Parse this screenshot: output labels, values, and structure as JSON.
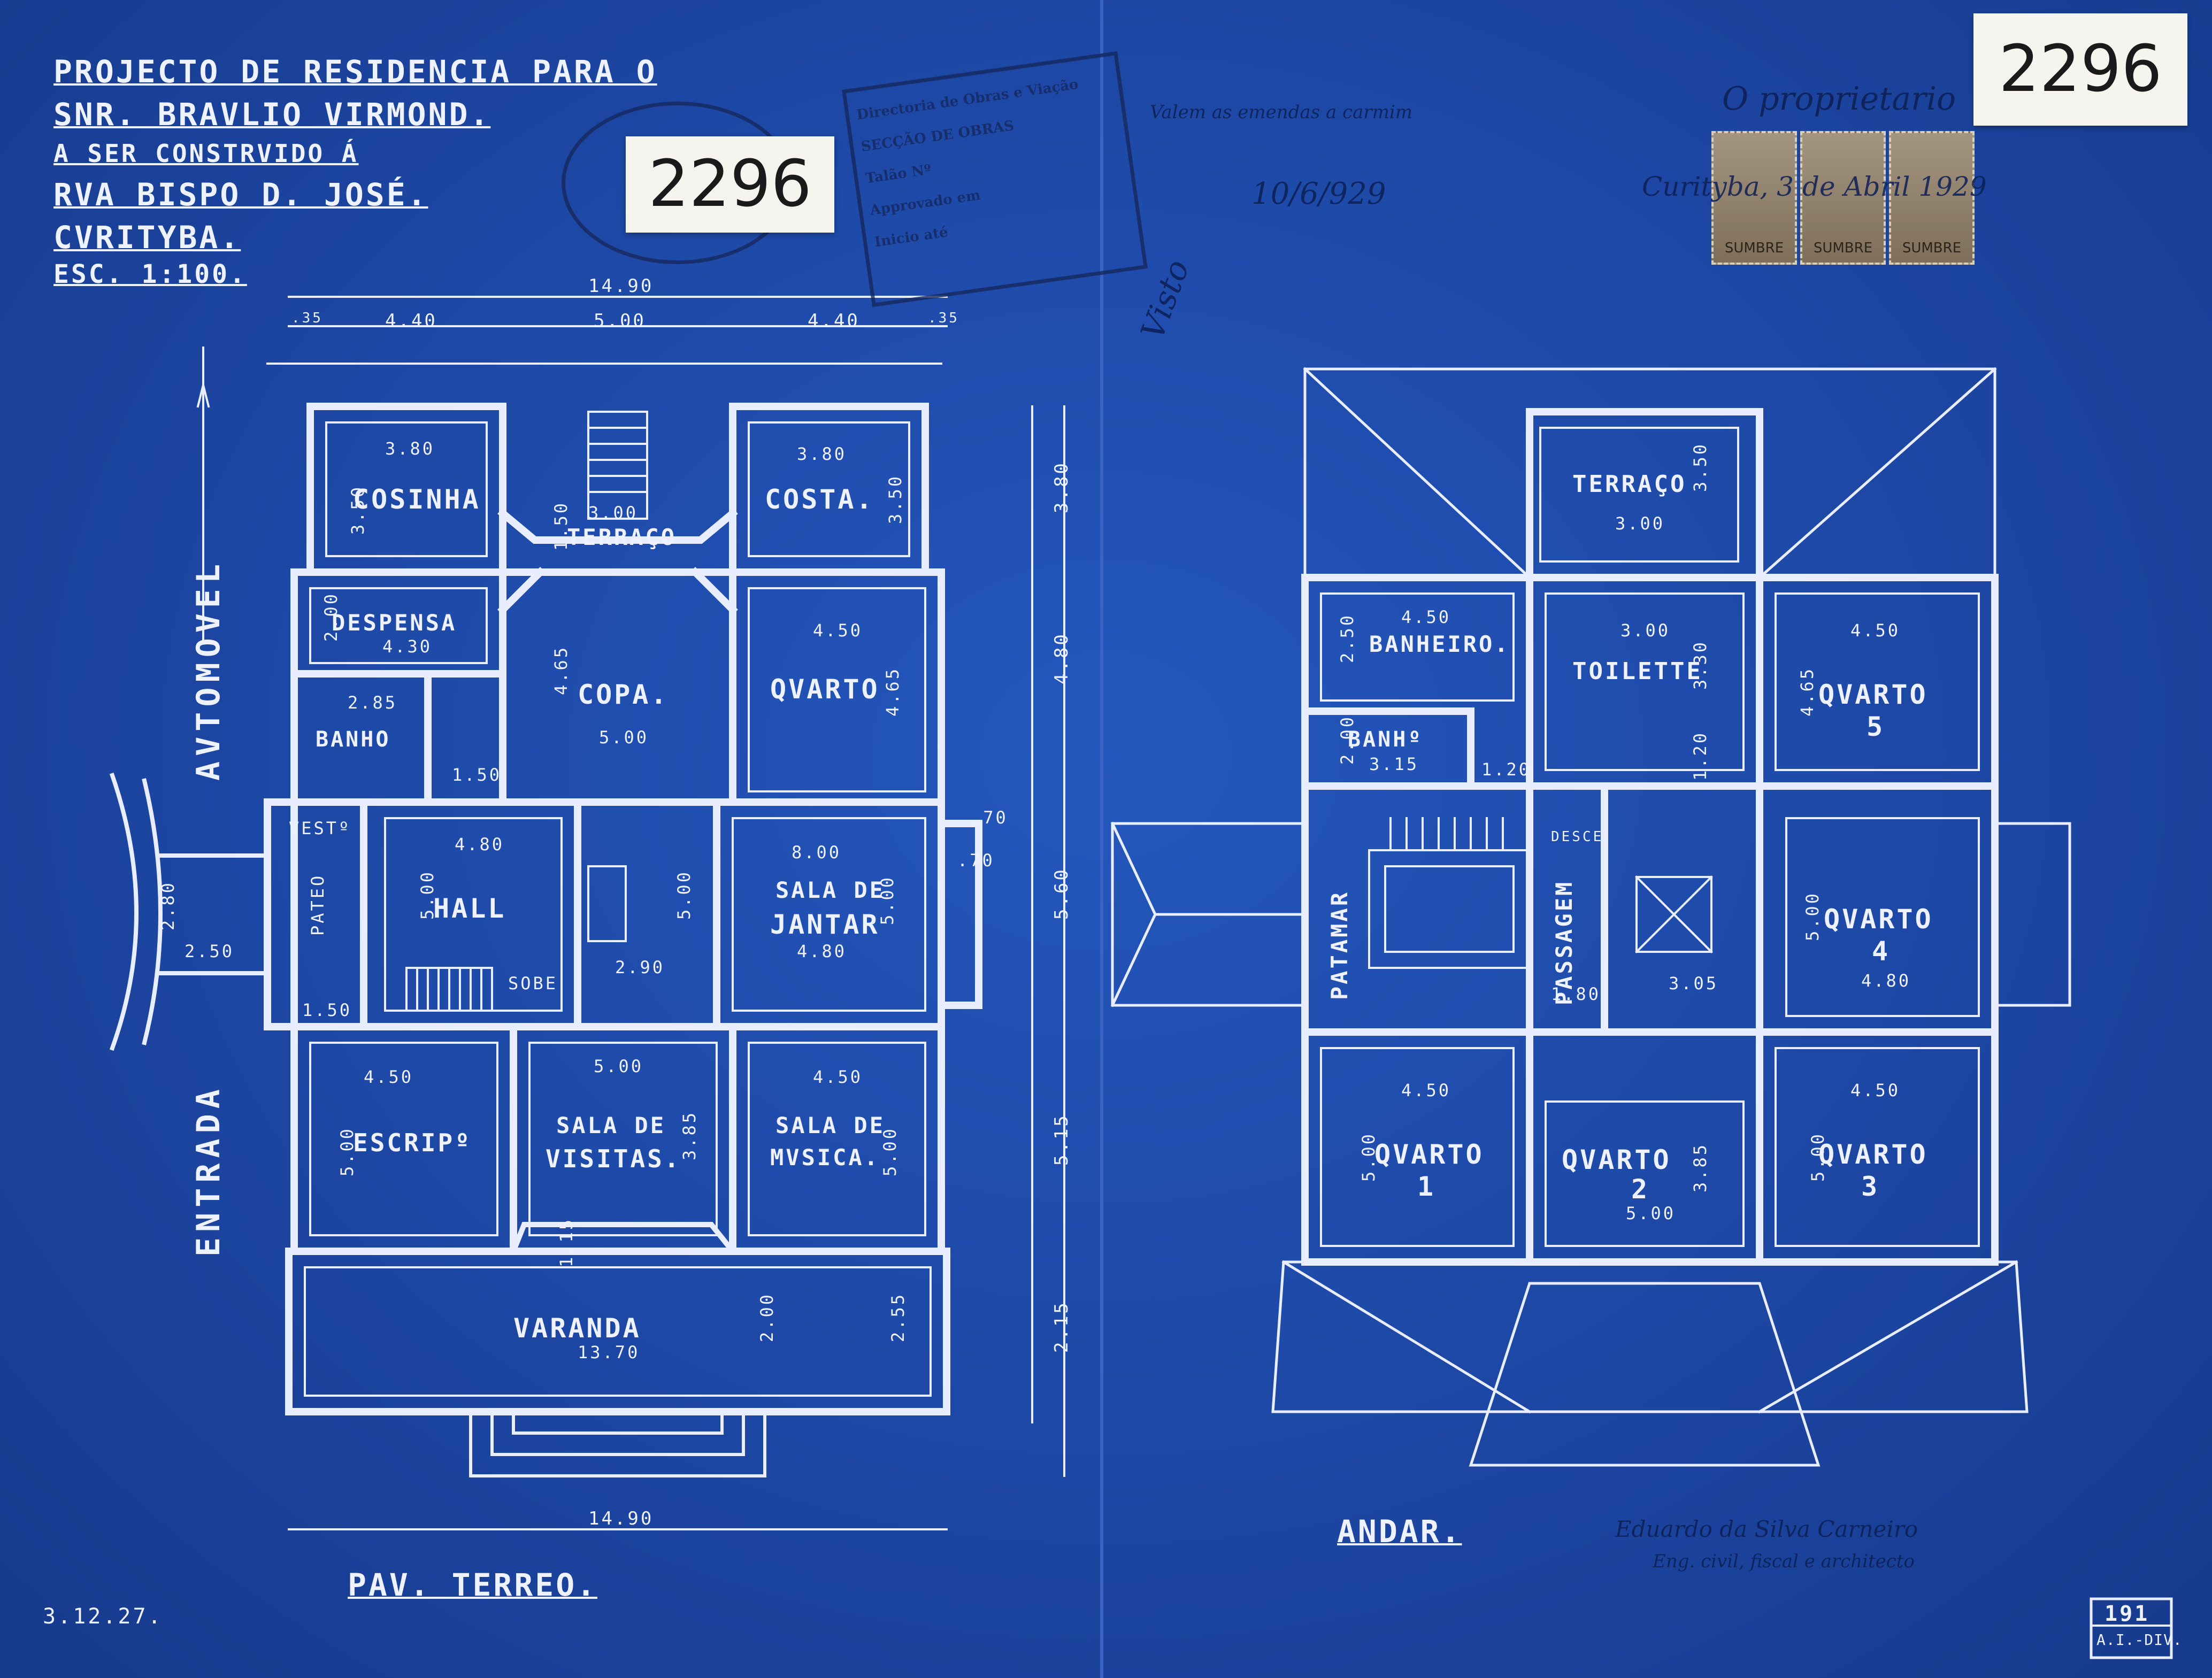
{
  "title_block": {
    "line1": "PROJECTO DE RESIDENCIA PARA O",
    "line2": "SNR. BRAVLIO VIRMOND.",
    "line3": "A SER CONSTRVIDO Á",
    "line4": "RVA BISPO D. JOSÉ.",
    "line5": "CVRITYBA.",
    "line6": "ESC. 1:100."
  },
  "file_numbers": [
    "2296",
    "2296"
  ],
  "approval_stamp": {
    "line1": "Directoria de Obras e Viação",
    "line2": "SECÇÃO DE OBRAS",
    "line3": "Talão Nº",
    "line4": "Approvado em",
    "line5": "Inicio até"
  },
  "revenue_stamps": [
    "SUMBRE",
    "SUMBRE",
    "SUMBRE"
  ],
  "handwritten": {
    "approval_note": "Valem as emendas a carmim",
    "approval_date": "10/6/929",
    "owner_note": "O proprietario",
    "owner_date": "Curityba, 3 de Abril 1929",
    "visto": "Visto",
    "architect_note": "Eduardo da Silva Carneiro",
    "architect_role": "Eng. civil, fiscal e architecto"
  },
  "ground_floor": {
    "caption": "PAV. TERREO.",
    "rooms": {
      "cosinha": "COSINHA",
      "costura": "COSTA.",
      "terraco": "TERRAÇO",
      "despensa": "DESPENSA",
      "copa": "COPA.",
      "quarto": "QVARTO",
      "banho": "BANHO",
      "vest": "VESTº",
      "hall": "HALL",
      "pateo": "PATEO",
      "sala_jantar_1": "SALA DE",
      "sala_jantar_2": "JANTAR",
      "escriptorio": "ESCRIPº",
      "sala_visitas_1": "SALA DE",
      "sala_visitas_2": "VISITAS.",
      "sala_musica_1": "SALA DE",
      "sala_musica_2": "MVSICA.",
      "varanda": "VARANDA",
      "sobe": "SOBE"
    },
    "dims": {
      "total_width_top": "14.90",
      "total_width_bottom": "14.90",
      "seg_35a": ".35",
      "seg_440a": "4.40",
      "seg_500": "5.00",
      "seg_440b": "4.40",
      "seg_35b": ".35",
      "cosinha_w": "3.80",
      "cosinha_h": "3.50",
      "costura_w": "3.80",
      "costura_h": "3.50",
      "terraco_w": "3.00",
      "terraco_h": "1.50",
      "despensa_w": "4.30",
      "despensa_h": "2.00",
      "copa_h": "4.65",
      "copa_w": "5.00",
      "quarto_w": "4.50",
      "quarto_h": "4.65",
      "banho_h": "2.85",
      "closet": "1.50",
      "hall_w": "4.80",
      "hall_h": "5.00",
      "lav_w": "2.90",
      "lav_h": "5.00",
      "jantar_w": "8.00",
      "jantar_h": "5.00",
      "jantar_w2": "4.80",
      "vest_dim": "2.80",
      "entrada_w": "2.50",
      "pateo_w": "1.50",
      "bay1": ".70",
      "bay2": ".70",
      "escr_w": "4.50",
      "escr_h": "5.00",
      "visitas_w": "5.00",
      "visitas_h": "3.85",
      "musica_w": "4.50",
      "musica_h": "5.00",
      "varanda_len": "13.70",
      "varanda_h1": "2.00",
      "varanda_h2": "2.55",
      "right_d1": "3.80",
      "right_d2": "4.80",
      "right_d3": "5.60",
      "right_d4": "5.15",
      "right_d5": "2.15",
      "stair": "1.15"
    },
    "side_labels": {
      "automovel": "AVTOMOVEL",
      "entrada": "ENTRADA"
    }
  },
  "upper_floor": {
    "caption": "ANDAR.",
    "rooms": {
      "terraco": "TERRAÇO",
      "banheiro": "BANHEIRO.",
      "toilette": "TOILETTE",
      "quarto5": "QVARTO",
      "quarto5_n": "5",
      "banho": "BANHº",
      "patamar": "PATAMAR",
      "passagem": "PASSAGEM",
      "desce": "DESCE",
      "quarto4": "QVARTO",
      "quarto4_n": "4",
      "quarto1": "QVARTO",
      "quarto1_n": "1",
      "quarto2": "QVARTO",
      "quarto2_n": "2",
      "quarto3": "QVARTO",
      "quarto3_n": "3"
    },
    "dims": {
      "terraco_w": "3.00",
      "terraco_h": "3.50",
      "banheiro_w": "4.50",
      "banheiro_h": "2.50",
      "toilette_w": "3.00",
      "toilette_h": "3.30",
      "q5_w": "4.50",
      "q5_h": "4.65",
      "banho_w": "3.15",
      "banho_h": "2.00",
      "banho_extra": "1.20",
      "pass_w": "1.80",
      "hall_w": "3.05",
      "hall_v": "1.20",
      "q4_h": "5.00",
      "q4_w": "4.80",
      "q1_w": "4.50",
      "q1_h": "5.00",
      "q2_w": "5.00",
      "q2_h": "3.85",
      "q3_w": "4.50",
      "q3_h": "5.00"
    }
  },
  "footer": {
    "date": "3.12.27.",
    "sheet_no": "191",
    "sheet_div": "A.I.-DIV."
  }
}
